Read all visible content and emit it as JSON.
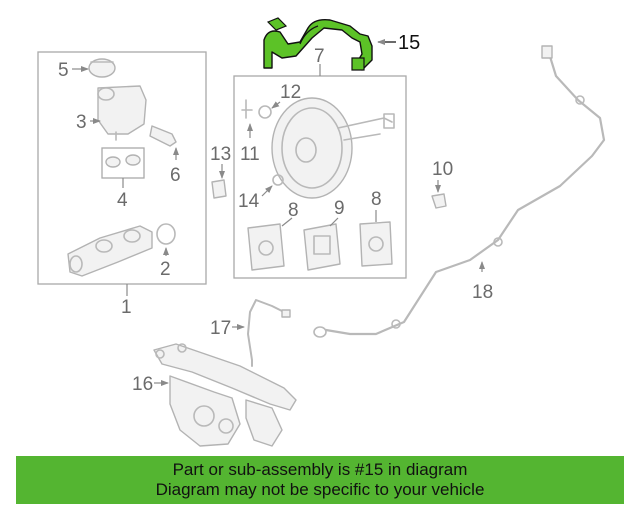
{
  "diagram": {
    "highlight_color": "#5cc227",
    "callouts": {
      "c1": "1",
      "c2": "2",
      "c3": "3",
      "c4": "4",
      "c5": "5",
      "c6": "6",
      "c7": "7",
      "c8a": "8",
      "c8b": "8",
      "c9": "9",
      "c10": "10",
      "c11": "11",
      "c12": "12",
      "c13": "13",
      "c14": "14",
      "c15": "15",
      "c16": "16",
      "c17": "17",
      "c18": "18"
    }
  },
  "banner": {
    "line1": "Part or sub-assembly is #15 in diagram",
    "line2": "Diagram may not be specific to your vehicle",
    "background": "#54b531"
  }
}
